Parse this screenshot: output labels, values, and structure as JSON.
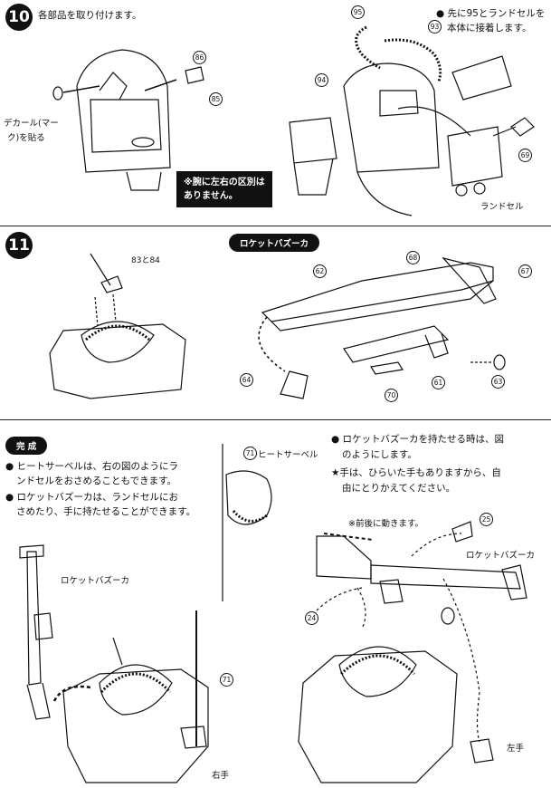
{
  "step10": {
    "number": "10",
    "instruction": "各部品を取り付けます。",
    "decal_label_1": "デカール(マー",
    "decal_label_2": "ク)を貼る",
    "note_line1": "※腕に左右の区別は",
    "note_line2": "ありません。",
    "attach_line1": "先に95とランドセルを",
    "attach_line2": "本体に接着します。",
    "landsel_label": "ランドセル",
    "parts": [
      "86",
      "85",
      "95",
      "93",
      "94",
      "69"
    ]
  },
  "step11": {
    "number": "11",
    "heading": "ロケットバズーカ",
    "left_callout": "83と84",
    "parts": [
      "62",
      "68",
      "67",
      "64",
      "70",
      "61",
      "63"
    ]
  },
  "complete": {
    "heading": "完 成",
    "bullets_left": [
      "ヒートサーベルは、右の図のようにラ",
      "ンドセルをおさめることもできます。",
      "ロケットバズーカは、ランドセルにお",
      "さめたり、手に持たせることができます。"
    ],
    "bullets_right": [
      "ロケットバズーカを持たせる時は、図",
      "のようにします。",
      "★手は、ひらいた手もありますから、自",
      "由にとりかえてください。"
    ],
    "heat_saber_label": "ヒートサーベル",
    "heat_saber_part": "71",
    "left_bazooka_label": "ロケットバズーカ",
    "right_bazooka_label": "ロケットバズーカ",
    "right_hand_label": "右手",
    "left_hand_label": "左手",
    "move_note": "※前後に動きます。",
    "parts": [
      "71",
      "25",
      "24"
    ]
  }
}
